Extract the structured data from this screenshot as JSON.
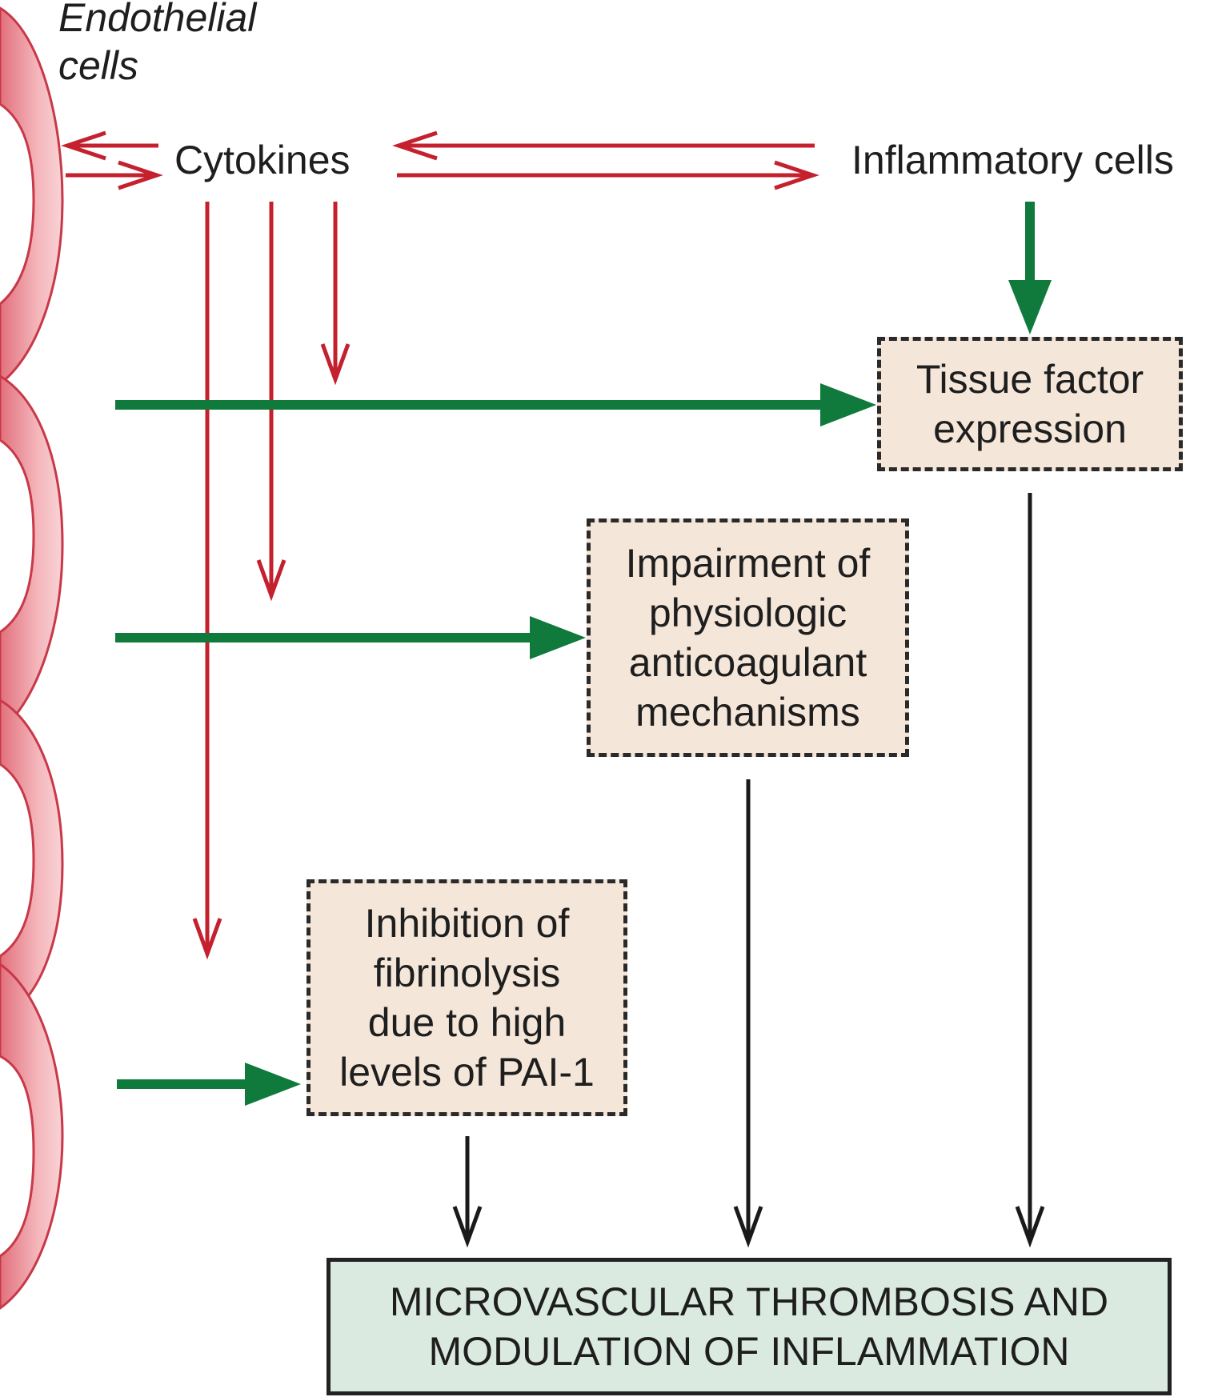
{
  "labels": {
    "endothelial_line1": "Endothelial",
    "endothelial_line2": "cells",
    "cytokines": "Cytokines",
    "inflammatory_cells": "Inflammatory cells"
  },
  "boxes": {
    "tissue_factor": [
      "Tissue factor",
      "expression"
    ],
    "impairment": [
      "Impairment of",
      "physiologic",
      "anticoagulant",
      "mechanisms"
    ],
    "inhibition": [
      "Inhibition of",
      "fibrinolysis",
      "due to high",
      "levels of PAI-1"
    ]
  },
  "outcome": [
    "MICROVASCULAR THROMBOSIS AND",
    "MODULATION OF INFLAMMATION"
  ],
  "colors": {
    "red_arrow": "#c4202e",
    "green_arrow": "#0f7a3c",
    "black_arrow": "#1a1a1a",
    "box_fill": "#f4e6d9",
    "outcome_fill": "#dbeae1",
    "cell_outer": "#e98a92",
    "cell_edge": "#c83848"
  }
}
